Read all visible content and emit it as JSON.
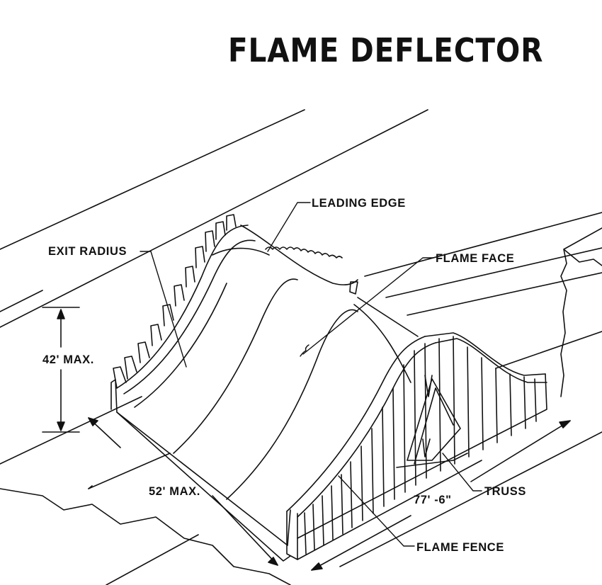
{
  "title": "FLAME DEFLECTOR",
  "labels": {
    "leading_edge": "LEADING EDGE",
    "exit_radius": "EXIT RADIUS",
    "flame_face": "FLAME FACE",
    "height": "42' MAX.",
    "width": "52' MAX.",
    "length": "77' -6\"",
    "truss": "TRUSS",
    "flame_fence": "FLAME FENCE"
  },
  "colors": {
    "ink": "#111111",
    "paper": "#ffffff"
  }
}
